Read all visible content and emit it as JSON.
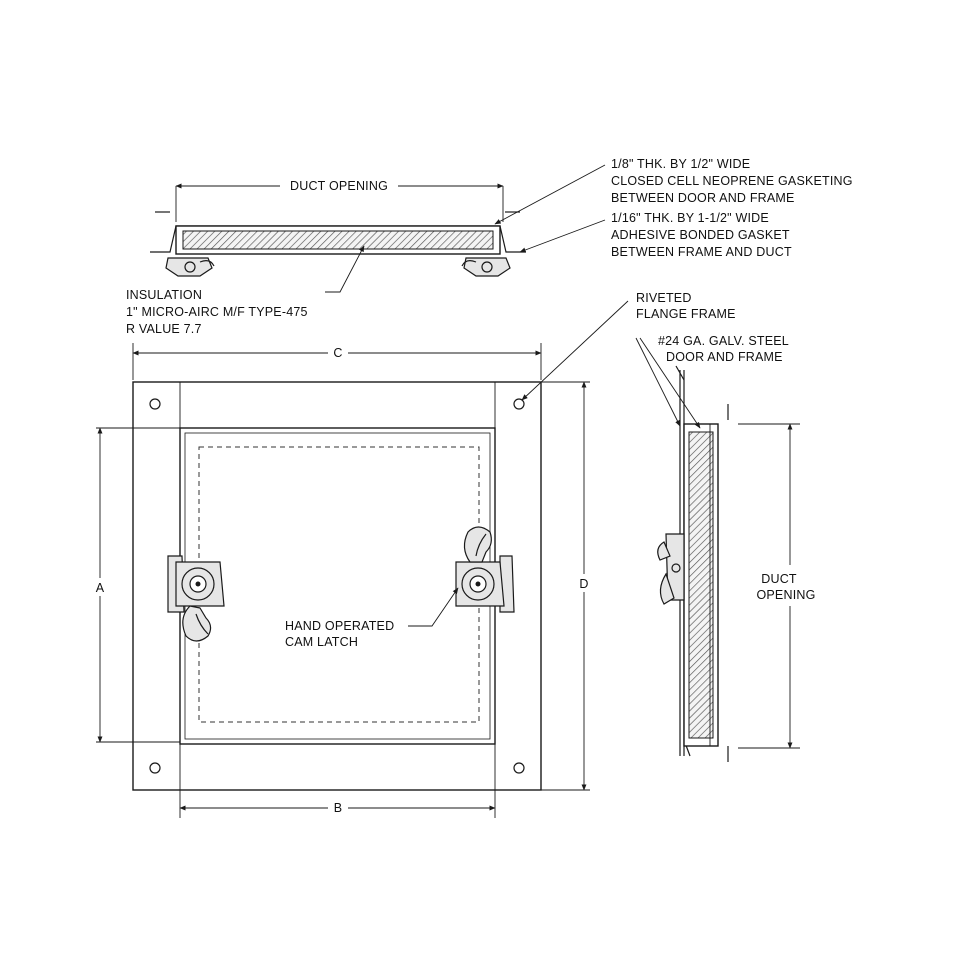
{
  "labels": {
    "duct_opening_top": "DUCT OPENING",
    "gasket_neoprene": [
      "1/8\" THK. BY 1/2\" WIDE",
      "CLOSED CELL NEOPRENE GASKETING",
      "BETWEEN DOOR AND FRAME"
    ],
    "gasket_bonded": [
      "1/16\" THK. BY 1-1/2\" WIDE",
      "ADHESIVE BONDED GASKET",
      "BETWEEN FRAME AND DUCT"
    ],
    "insulation": [
      "INSULATION",
      "1\" MICRO-AIRC M/F TYPE-475",
      "R VALUE 7.7"
    ],
    "riveted_flange": [
      "RIVETED",
      "FLANGE FRAME"
    ],
    "steel_door": [
      "#24 GA. GALV. STEEL",
      "DOOR AND FRAME"
    ],
    "cam_latch": [
      "HAND OPERATED",
      "CAM LATCH"
    ],
    "duct_opening_side": [
      "DUCT",
      "OPENING"
    ]
  },
  "dimensions": {
    "a": "A",
    "b": "B",
    "c": "C",
    "d": "D"
  },
  "colors": {
    "line": "#1a1a1a",
    "hatch": "#555555",
    "fill_light": "#e6e6e6"
  }
}
